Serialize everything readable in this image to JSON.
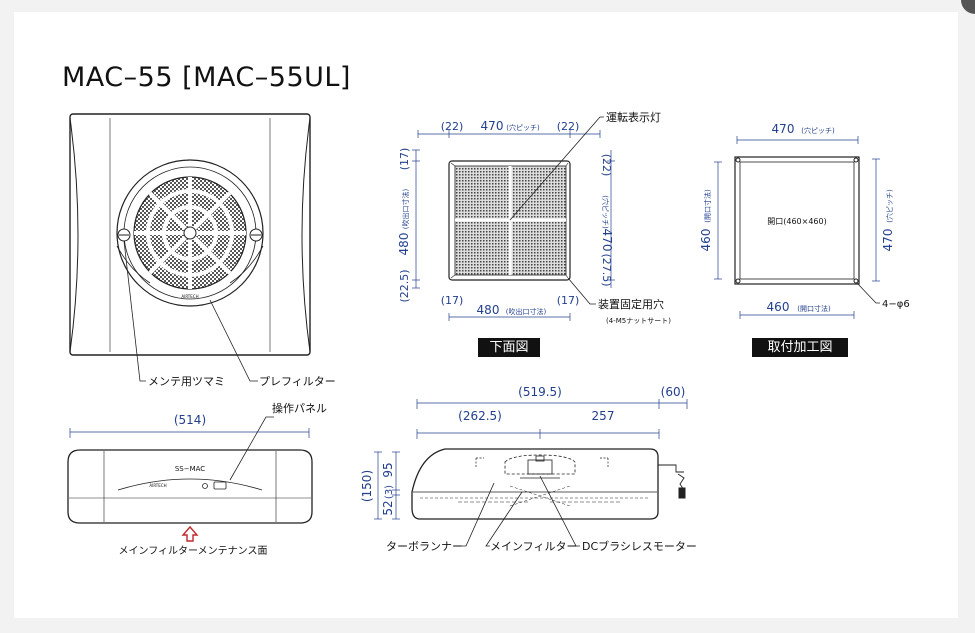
{
  "title": "MAC–55 [MAC–55UL]",
  "front": {
    "brand": "AIRTECH",
    "labels": {
      "knob": "メンテ用ツマミ",
      "prefilter": "プレフィルター"
    }
  },
  "bottom": {
    "caption": "下面図",
    "dims": {
      "top_left": "(22)",
      "top_mid": "470",
      "top_mid_note": "(穴ピッチ)",
      "top_right": "(22)",
      "left_top": "(17)",
      "left_mid": "480",
      "left_mid_note": "(吹出口寸法)",
      "left_bot": "(22.5)",
      "right_top": "(22)",
      "right_mid": "470",
      "right_mid_note": "(穴ピッチ)",
      "right_bot": "(27.5)",
      "bot_left": "(17)",
      "bot_mid": "480",
      "bot_mid_note": "(吹出口寸法)",
      "bot_right": "(17)"
    },
    "labels": {
      "lamp": "運転表示灯",
      "fix_hole": "装置固定用穴",
      "fix_hole_note": "(4-M5ナットサート)"
    }
  },
  "mount": {
    "caption": "取付加工図",
    "opening": "開口(460×460)",
    "dims": {
      "top": "470",
      "top_note": "(穴ピッチ)",
      "left": "460",
      "left_note": "(開口寸法)",
      "right": "470",
      "right_note": "(穴ピッチ)",
      "bottom": "460",
      "bottom_note": "(開口寸法)"
    },
    "holes": "4−φ6"
  },
  "side": {
    "width": "(514)",
    "panel_label": "操作パネル",
    "model": "SS−MAC",
    "brand": "AIRTECH",
    "maint_label": "メインフィルターメンテナンス面"
  },
  "section": {
    "dims": {
      "total": "(519.5)",
      "extra": "(60)",
      "left": "(262.5)",
      "right": "257",
      "height": "(150)",
      "h_top": "95",
      "h_mid": "(3)",
      "h_bot": "52"
    },
    "labels": {
      "turbo": "ターボランナー",
      "mainfilter": "メインフィルター",
      "motor": "DCブラシレスモーター"
    }
  }
}
